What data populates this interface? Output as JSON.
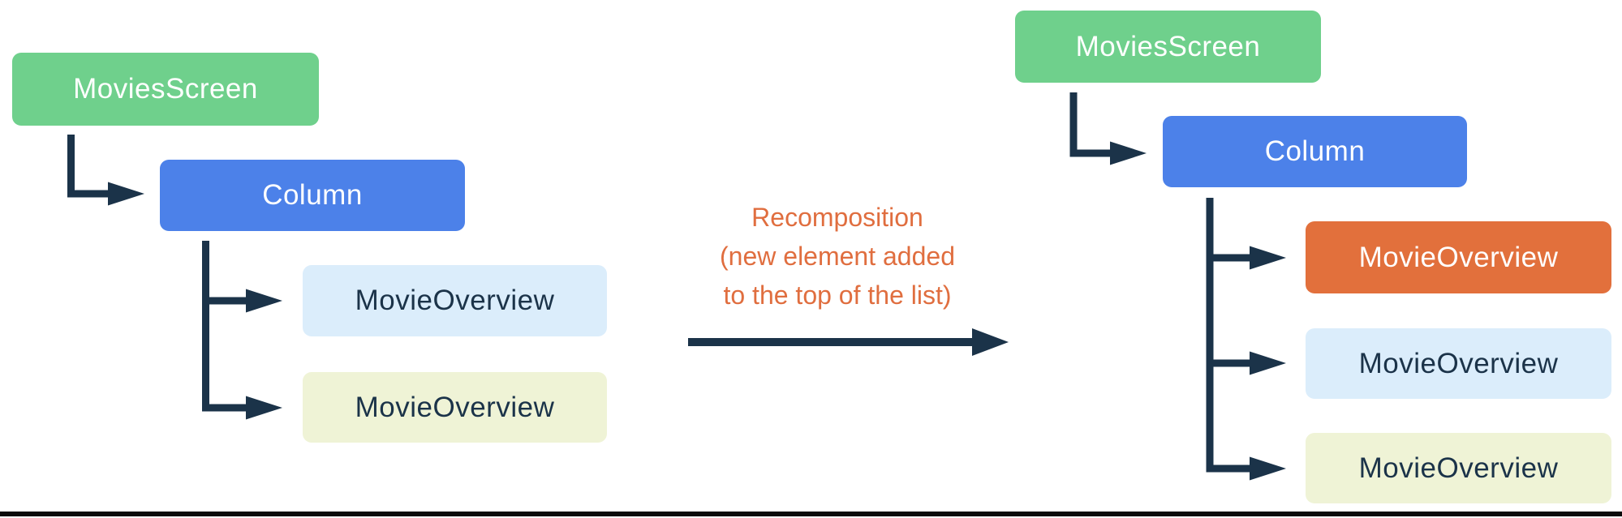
{
  "colors": {
    "background": "#FFFFFF",
    "green": "#6FD08C",
    "blue": "#4C81E9",
    "orange": "#E2703C",
    "light_blue": "#DBEDFB",
    "light_yellow": "#EFF3D6",
    "navy": "#1B3349",
    "orange_text": "#E06E3F",
    "white_text": "#FFFFFF",
    "bottom_rule": "#0B0B0B"
  },
  "left_tree": {
    "nodes": [
      {
        "label": "MoviesScreen",
        "variant": "green"
      },
      {
        "label": "Column",
        "variant": "blue"
      },
      {
        "label": "MovieOverview",
        "variant": "light-blue"
      },
      {
        "label": "MovieOverview",
        "variant": "light-yellow"
      }
    ]
  },
  "transition": {
    "lines": [
      "Recomposition",
      "(new element added",
      "to the top of the list)"
    ]
  },
  "right_tree": {
    "nodes": [
      {
        "label": "MoviesScreen",
        "variant": "green"
      },
      {
        "label": "Column",
        "variant": "blue"
      },
      {
        "label": "MovieOverview",
        "variant": "orange"
      },
      {
        "label": "MovieOverview",
        "variant": "light-blue"
      },
      {
        "label": "MovieOverview",
        "variant": "light-yellow"
      }
    ]
  }
}
